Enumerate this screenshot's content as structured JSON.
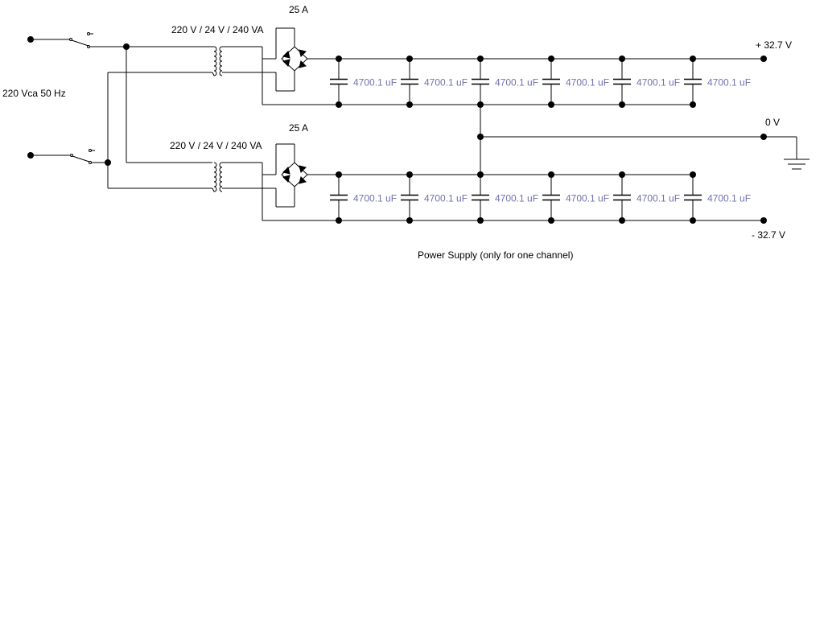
{
  "diagram": {
    "input_label": "220 Vca 50 Hz",
    "transformer_labels": [
      "220 V / 24 V / 240 VA",
      "220 V / 24 V / 240 VA"
    ],
    "bridge_labels": [
      "25 A",
      "25 A"
    ],
    "capacitor_label": "4700.1 uF",
    "capacitor_label_color": "#7070b0",
    "capacitors_per_bank": 6,
    "outputs": {
      "positive": "+ 32.7 V",
      "ground": "0 V",
      "negative": "- 32.7 V"
    },
    "caption": "Power Supply (only for one channel)"
  }
}
